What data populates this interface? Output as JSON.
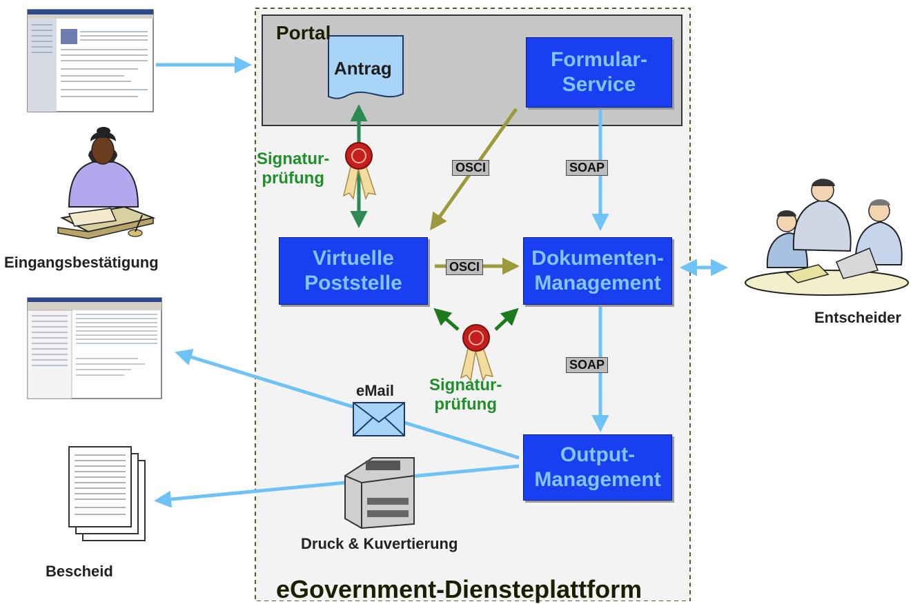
{
  "platform": {
    "title": "eGovernment-Diensteplattform"
  },
  "portal": {
    "title": "Portal",
    "application": "Antrag"
  },
  "boxes": {
    "formular": [
      "Formular-",
      "Service"
    ],
    "poststelle": [
      "Virtuelle",
      "Poststelle"
    ],
    "dokumente": [
      "Dokumenten-",
      "Management"
    ],
    "output": [
      "Output-",
      "Management"
    ]
  },
  "protocols": {
    "osci_upper": "OSCI",
    "osci_middle": "OSCI",
    "soap_upper": "SOAP",
    "soap_lower": "SOAP"
  },
  "signature_checks": {
    "upper": [
      "Signatur-",
      "prüfung"
    ],
    "lower": [
      "Signatur-",
      "prüfung"
    ]
  },
  "labels": {
    "email": "eMail",
    "print": "Druck & Kuvertierung",
    "receipt": "Eingangsbestätigung",
    "decider": "Entscheider",
    "notice": "Bescheid"
  },
  "colors": {
    "box_fill": "#1a3ff0",
    "box_text": "#86c4ff",
    "portal_fill": "#c7c7c7",
    "platform_fill": "#f3f3f3",
    "arrow_blue": "#6fc2f5",
    "arrow_olive": "#9c9a3a",
    "arrow_green": "#2a8a52",
    "label_green": "#1f8f2a"
  }
}
